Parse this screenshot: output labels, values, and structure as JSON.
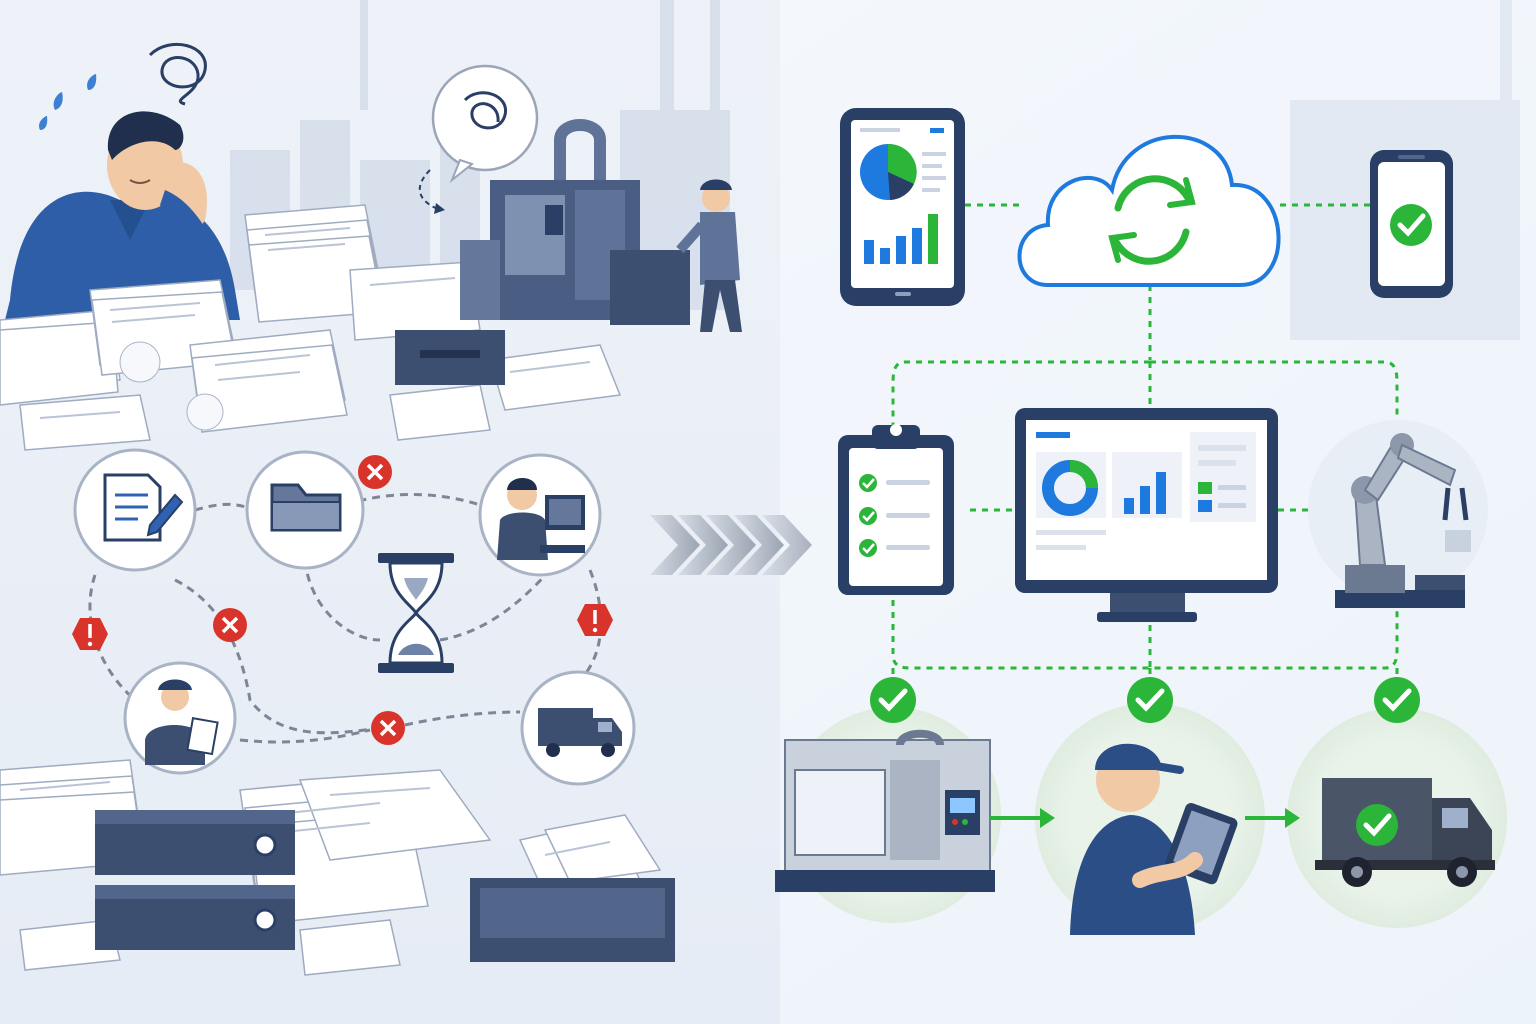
{
  "colors": {
    "navy": "#2a3f66",
    "blue": "#2f62b3",
    "accent_blue": "#1f7ae0",
    "green": "#2bb539",
    "red": "#d9342b",
    "grey_bg": "#e3e9f2",
    "paper": "#ffffff"
  },
  "left_panel": {
    "theme": "manual paper-based workflow",
    "stressed_worker": {
      "icons": [
        "scribble-icon",
        "sweat-drops-icon"
      ]
    },
    "machine_thought_bubble": {
      "icon": "scribble-icon"
    },
    "process_nodes": [
      {
        "id": "document",
        "icon": "document-pen-icon"
      },
      {
        "id": "folder",
        "icon": "folder-icon"
      },
      {
        "id": "operator",
        "icon": "computer-operator-icon"
      },
      {
        "id": "worker",
        "icon": "worker-clipboard-icon"
      },
      {
        "id": "truck",
        "icon": "truck-icon"
      }
    ],
    "center_icon": "hourglass-icon",
    "error_markers": [
      "x-icon",
      "x-icon",
      "x-icon",
      "alert-icon",
      "alert-icon"
    ]
  },
  "transition": {
    "icon": "chevrons-right-icon",
    "count": 5
  },
  "right_panel": {
    "theme": "connected digital workflow",
    "cloud": {
      "icon": "sync-icon"
    },
    "tablet": {
      "widgets": [
        "pie-chart-icon",
        "bar-chart-icon"
      ]
    },
    "phone": {
      "icon": "check-icon"
    },
    "checklist": {
      "items": 3
    },
    "monitor": {
      "widgets": [
        "donut-chart-icon",
        "bar-chart-icon",
        "status-list-icon"
      ]
    },
    "robot_arm": {
      "icon": "robot-arm-icon"
    },
    "bottom_flow": [
      {
        "id": "cnc-machine",
        "icon": "cnc-machine-icon",
        "status": "check-icon"
      },
      {
        "id": "worker-tablet",
        "icon": "worker-tablet-icon",
        "status": "check-icon"
      },
      {
        "id": "delivery-truck",
        "icon": "truck-check-icon",
        "status": "check-icon"
      }
    ]
  }
}
